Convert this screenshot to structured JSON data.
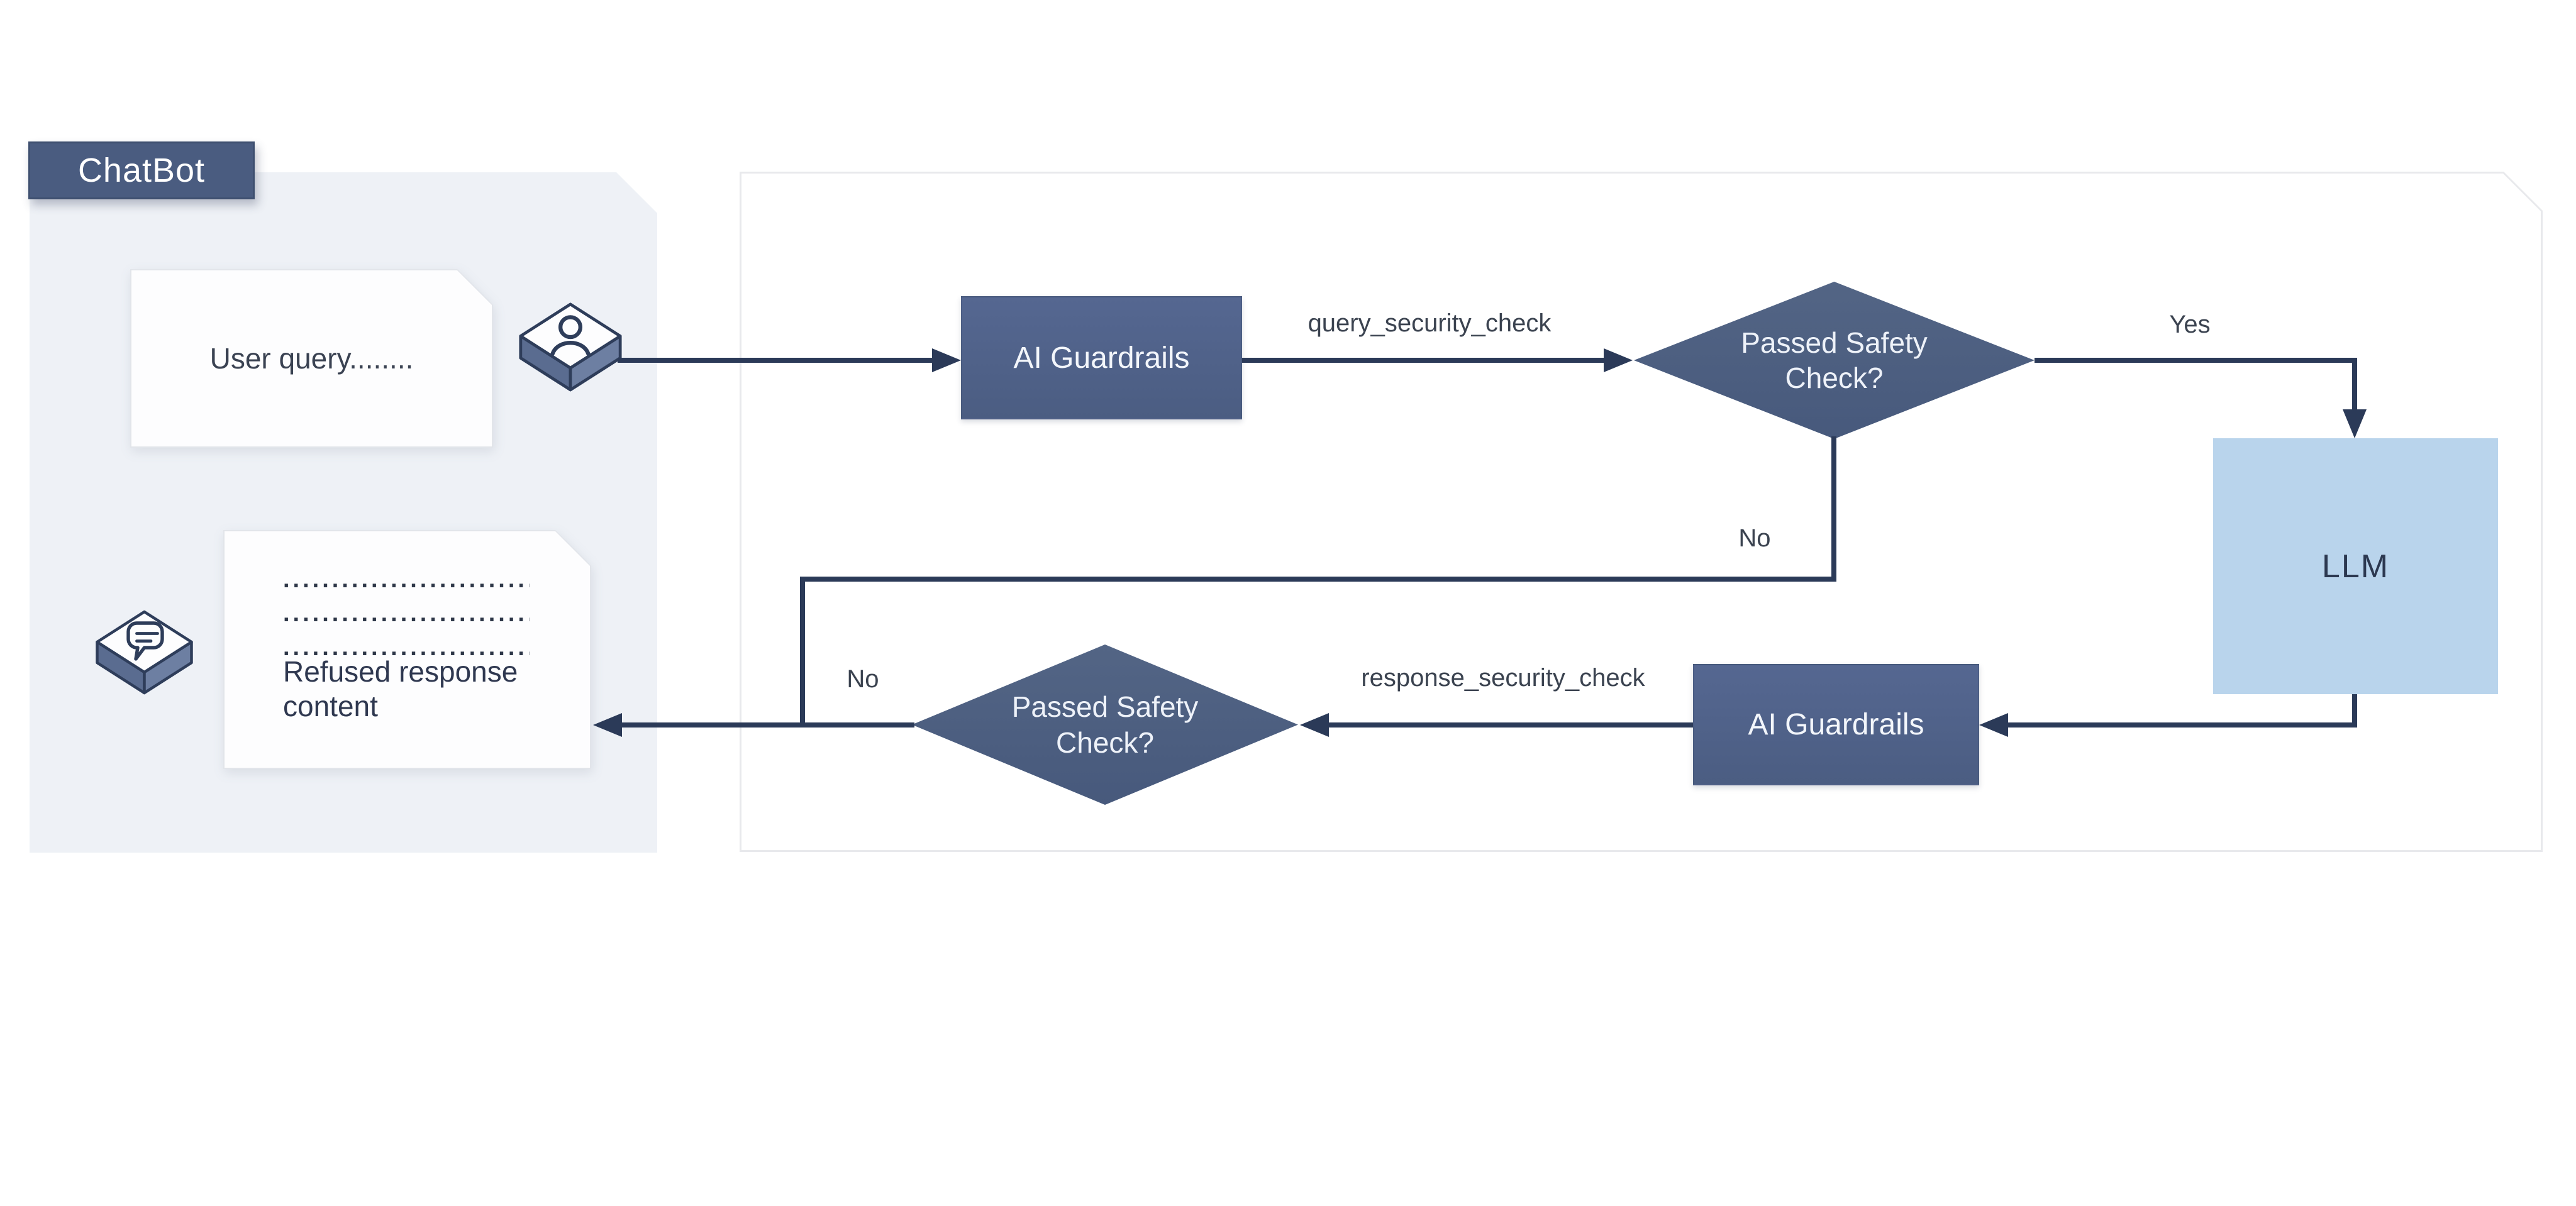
{
  "chatbot_section": {
    "label": "ChatBot",
    "user_query_card": {
      "text": "User query........"
    },
    "refused_card": {
      "dotted_rows": {
        "row1": "..............................",
        "row2": "..............................",
        "row3": ".............................."
      },
      "text": "Refused response content"
    }
  },
  "flow": {
    "guardrails_in": {
      "label": "AI Guardrails"
    },
    "guardrails_out": {
      "label": "AI Guardrails"
    },
    "decision_query": {
      "label": "Passed Safety Check?"
    },
    "decision_response": {
      "label": "Passed Safety Check?"
    },
    "llm": {
      "label": "LLM"
    },
    "edges": {
      "query_check": "query_security_check",
      "response_check": "response_security_check",
      "yes": "Yes",
      "no_query": "No",
      "no_response": "No"
    }
  },
  "icons": {
    "user": "user-cube-icon",
    "bot": "bot-cube-icon"
  },
  "colors": {
    "node_dark": "#4b5d82",
    "node_border": "#3f5070",
    "llm_fill": "#b9d4ec",
    "panel_light": "#eef1f6",
    "panel_border": "#e8e9ec",
    "connector": "#2b3a58",
    "edge_label_text": "#3b4350",
    "card_text": "#2f3850"
  }
}
